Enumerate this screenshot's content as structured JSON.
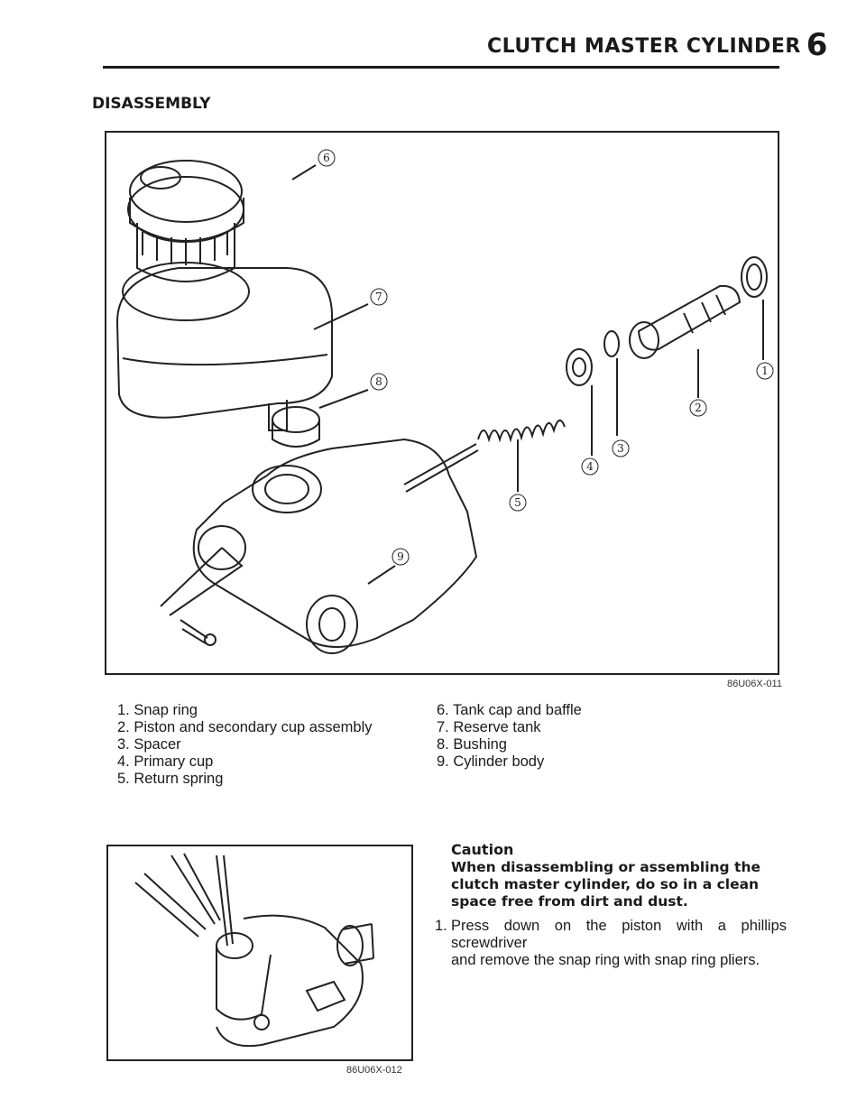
{
  "header": {
    "title": "CLUTCH MASTER CYLINDER",
    "chapter": "6"
  },
  "section": {
    "heading": "DISASSEMBLY"
  },
  "figure_main": {
    "code": "86U06X-011",
    "callouts": [
      "1",
      "2",
      "3",
      "4",
      "5",
      "6",
      "7",
      "8",
      "9"
    ]
  },
  "legend": {
    "left": [
      "1. Snap ring",
      "2. Piston and secondary cup assembly",
      "3. Spacer",
      "4. Primary cup",
      "5. Return spring"
    ],
    "right": [
      "6. Tank cap and baffle",
      "7. Reserve tank",
      "8. Bushing",
      "9. Cylinder body"
    ]
  },
  "figure_small": {
    "code": "86U06X-012"
  },
  "caution": {
    "title": "Caution",
    "body": "When disassembling or assembling the clutch master cylinder, do so in a clean space free from dirt and dust."
  },
  "steps": [
    {
      "number": "1.",
      "line1": "Press down on the piston with a phillips screwdriver",
      "line2": "and remove the snap ring with snap ring pliers."
    }
  ]
}
